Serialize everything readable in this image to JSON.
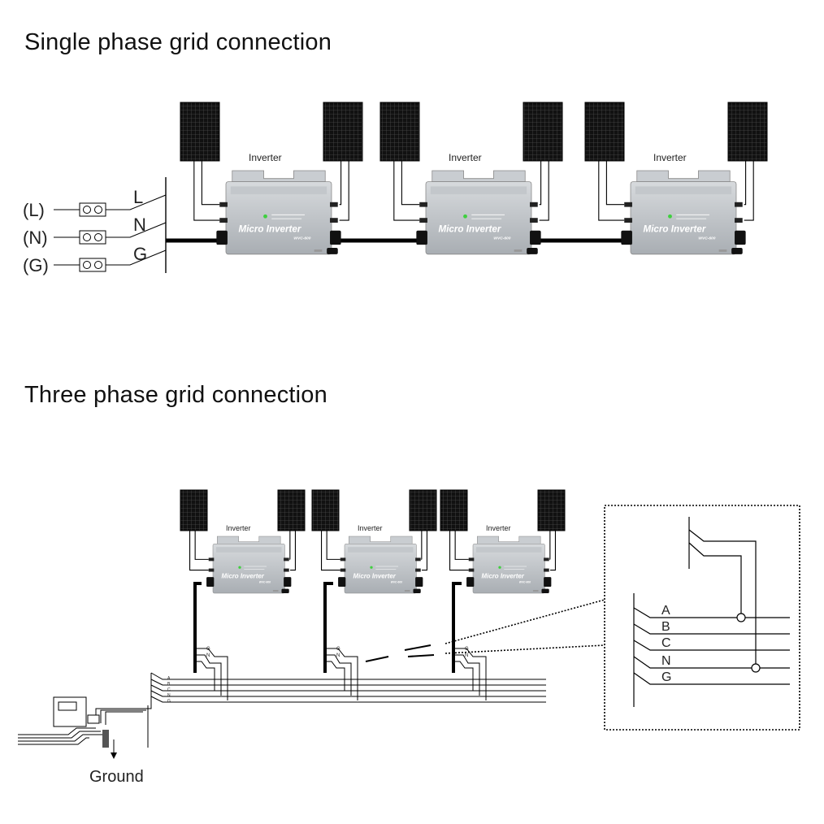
{
  "single_phase": {
    "title": "Single phase grid connection",
    "terminals": [
      {
        "label": "(L)",
        "line": "L"
      },
      {
        "label": "(N)",
        "line": "N"
      },
      {
        "label": "(G)",
        "line": "G"
      }
    ],
    "inverters": [
      {
        "label": "Inverter",
        "brand": "Micro Inverter",
        "model": "WVC-600"
      },
      {
        "label": "Inverter",
        "brand": "Micro Inverter",
        "model": "WVC-600"
      },
      {
        "label": "Inverter",
        "brand": "Micro Inverter",
        "model": "WVC-600"
      }
    ]
  },
  "three_phase": {
    "title": "Three phase grid connection",
    "inverters": [
      {
        "label": "Inverter",
        "brand": "Micro Inverter",
        "model": "WVC-600"
      },
      {
        "label": "Inverter",
        "brand": "Micro Inverter",
        "model": "WVC-600"
      },
      {
        "label": "Inverter",
        "brand": "Micro Inverter",
        "model": "WVC-600"
      }
    ],
    "bus_labels": [
      "A",
      "B",
      "C",
      "N",
      "G"
    ],
    "drop_labels": [
      "G",
      "N"
    ],
    "detail_phases": [
      "A",
      "B",
      "C",
      "N",
      "G"
    ],
    "ground_label": "Ground"
  },
  "colors": {
    "panel": "#111111",
    "panel_grid": "#3a3a3a",
    "inverter_body": "#b9bdc1",
    "wire": "#000000",
    "text": "#222222"
  }
}
